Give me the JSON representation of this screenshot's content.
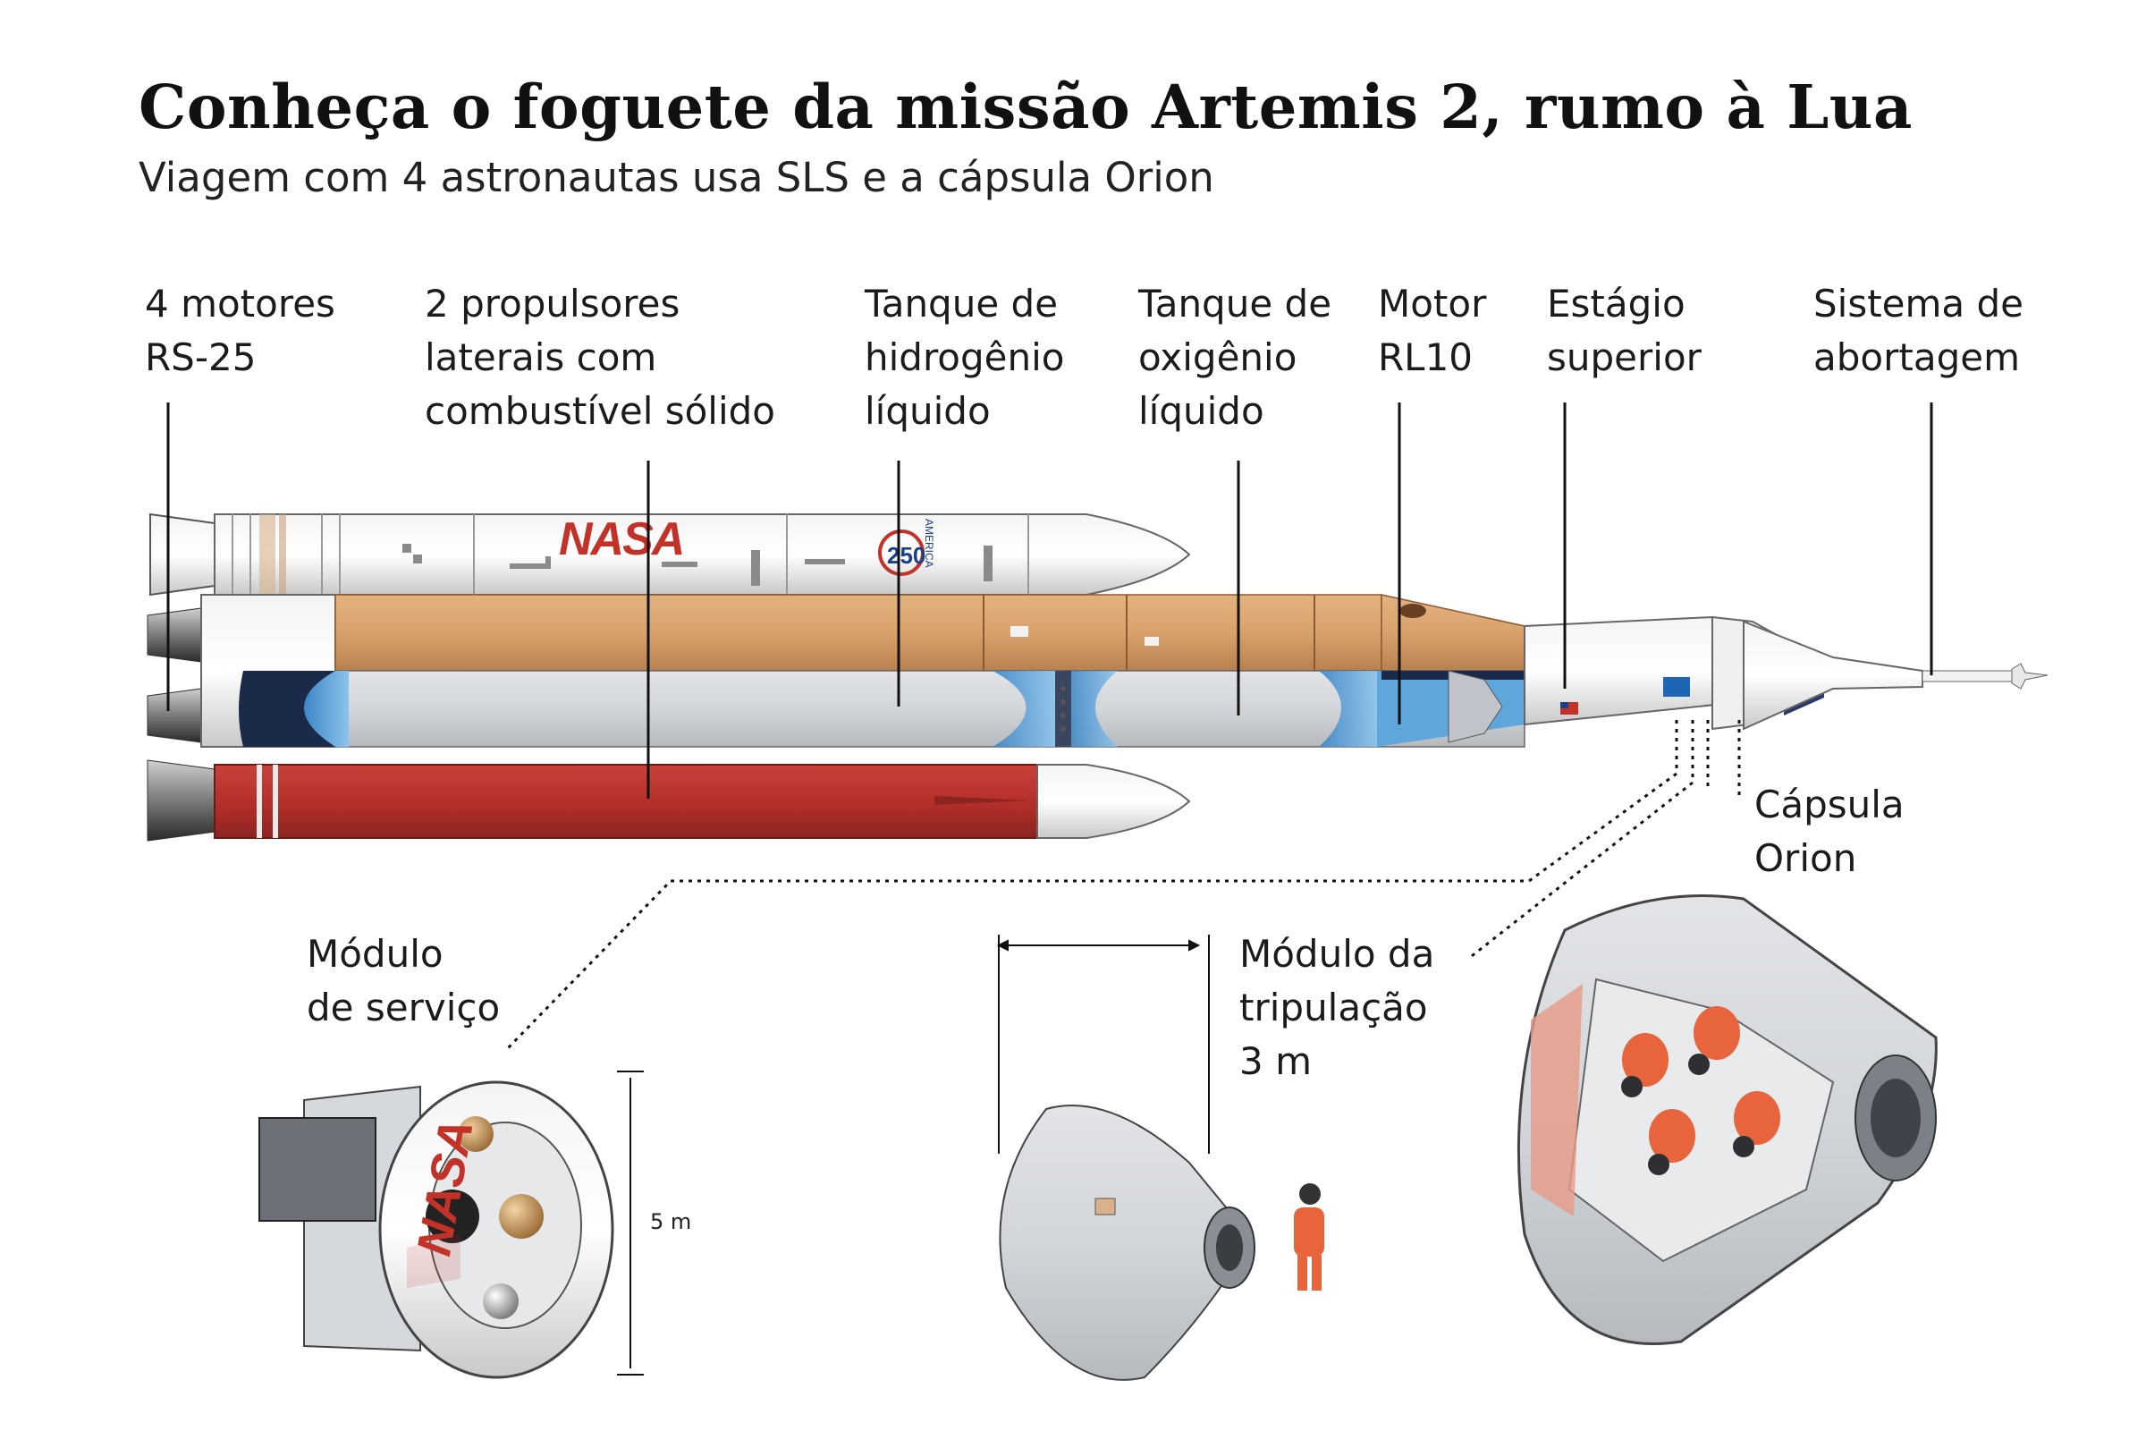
{
  "header": {
    "title": "Conheça o foguete da missão Artemis 2, rumo à Lua",
    "subtitle": "Viagem com 4 astronautas usa SLS e a cápsula Orion"
  },
  "labels": {
    "motores": [
      "4 motores",
      "RS-25"
    ],
    "propulsores": [
      "2 propulsores",
      "laterais com",
      "combustível sólido"
    ],
    "tanque_h": [
      "Tanque de",
      "hidrogênio",
      "líquido"
    ],
    "tanque_o": [
      "Tanque de",
      "oxigênio",
      "líquido"
    ],
    "motor_rl10": [
      "Motor",
      "RL10"
    ],
    "estagio": [
      "Estágio",
      "superior"
    ],
    "aborto": [
      "Sistema de",
      "abortagem"
    ],
    "capsula": [
      "Cápsula",
      "Orion"
    ],
    "modulo_servico": [
      "Módulo",
      "de serviço"
    ],
    "modulo_tripulacao": [
      "Módulo da",
      "tripulação",
      "3 m"
    ]
  },
  "dimensions": {
    "service_height": "5 m"
  },
  "markings": {
    "agency": "NASA",
    "anniversary_top": "AMERICA",
    "anniversary_num": "250"
  },
  "colors": {
    "core_orange": "#d9a26c",
    "tank_blue": "#5fa6dc",
    "booster_red": "#b5302a",
    "astronaut_orange": "#e8643c",
    "nasa_red": "#c23228",
    "navy": "#1c2a4a"
  }
}
